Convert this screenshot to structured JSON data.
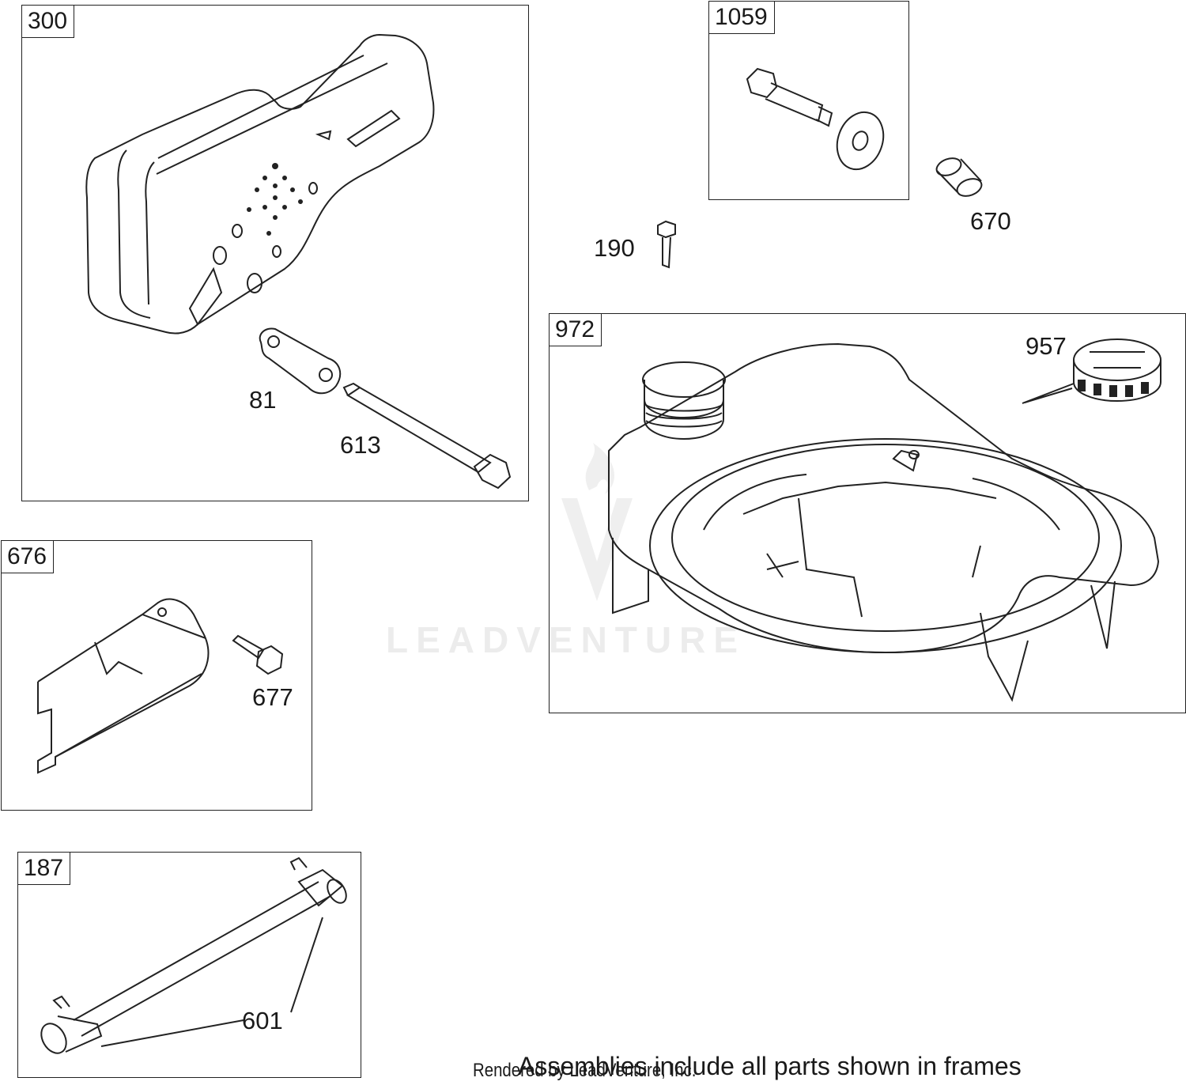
{
  "frames": [
    {
      "id": "300",
      "label": "300"
    },
    {
      "id": "1059",
      "label": "1059"
    },
    {
      "id": "972",
      "label": "972"
    },
    {
      "id": "676",
      "label": "676"
    },
    {
      "id": "187",
      "label": "187"
    }
  ],
  "callouts": {
    "p81": "81",
    "p613": "613",
    "p190": "190",
    "p670": "670",
    "p957": "957",
    "p677": "677",
    "p601": "601"
  },
  "watermark": "LEADVENTURE",
  "footer": {
    "note": "Assemblies include all parts shown in frames",
    "rendered_by": "Rendered by LeadVenture, Inc."
  }
}
